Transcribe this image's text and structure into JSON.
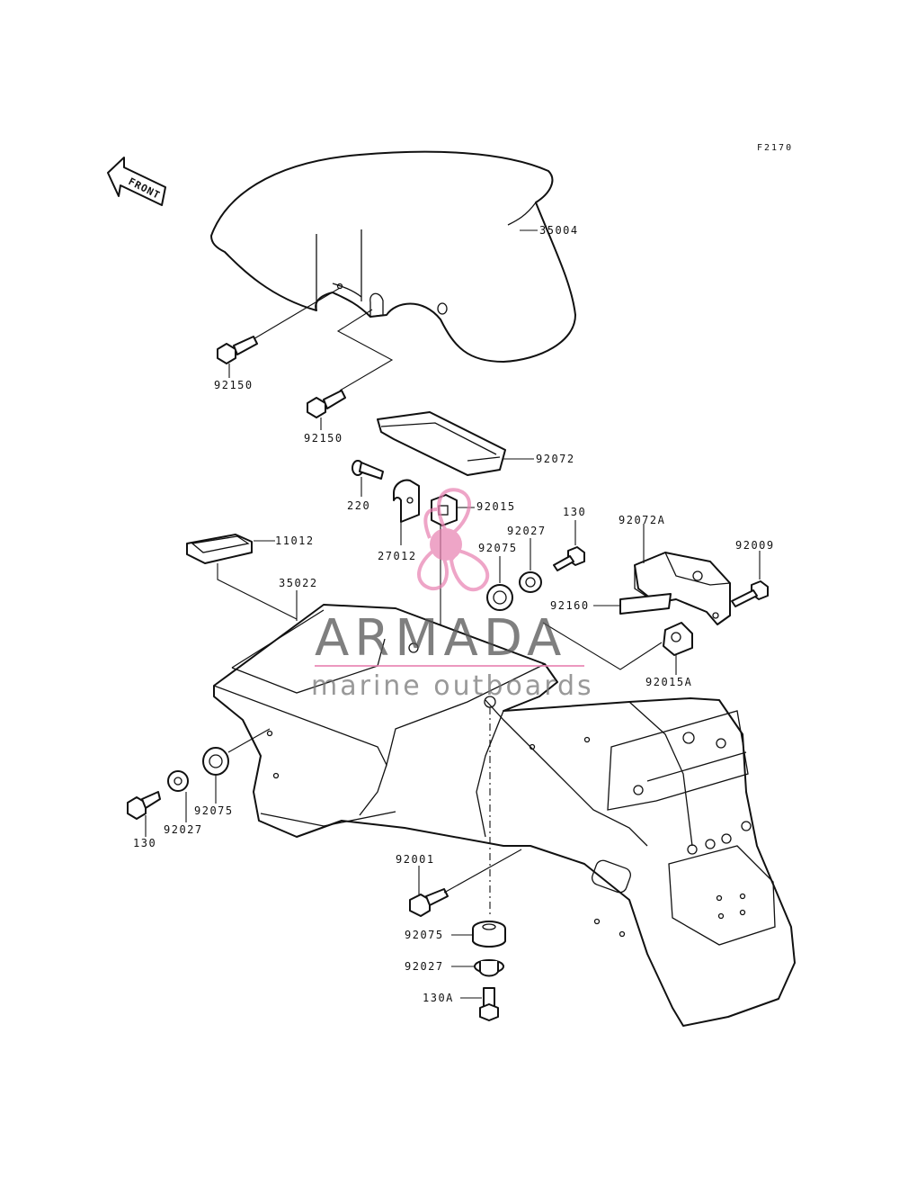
{
  "figure_code": "F2170",
  "front_arrow_text": "FRONT",
  "watermark": {
    "brand": "ARMADA",
    "tagline": "marine outboards",
    "logo_color": "#e87fb0"
  },
  "parts": [
    {
      "id": "p35004",
      "number": "35004"
    },
    {
      "id": "p92150a",
      "number": "92150"
    },
    {
      "id": "p92150b",
      "number": "92150"
    },
    {
      "id": "p92072",
      "number": "92072"
    },
    {
      "id": "p220",
      "number": "220"
    },
    {
      "id": "p27012",
      "number": "27012"
    },
    {
      "id": "p92015",
      "number": "92015"
    },
    {
      "id": "p130a",
      "number": "130"
    },
    {
      "id": "p92027a",
      "number": "92027"
    },
    {
      "id": "p92075a",
      "number": "92075"
    },
    {
      "id": "p92072A",
      "number": "92072A"
    },
    {
      "id": "p92009",
      "number": "92009"
    },
    {
      "id": "p11012",
      "number": "11012"
    },
    {
      "id": "p35022",
      "number": "35022"
    },
    {
      "id": "p92160",
      "number": "92160"
    },
    {
      "id": "p92015A",
      "number": "92015A"
    },
    {
      "id": "p130b",
      "number": "130"
    },
    {
      "id": "p92027b",
      "number": "92027"
    },
    {
      "id": "p92075b",
      "number": "92075"
    },
    {
      "id": "p92001",
      "number": "92001"
    },
    {
      "id": "p92075c",
      "number": "92075"
    },
    {
      "id": "p92027c",
      "number": "92027"
    },
    {
      "id": "p130A",
      "number": "130A"
    }
  ]
}
